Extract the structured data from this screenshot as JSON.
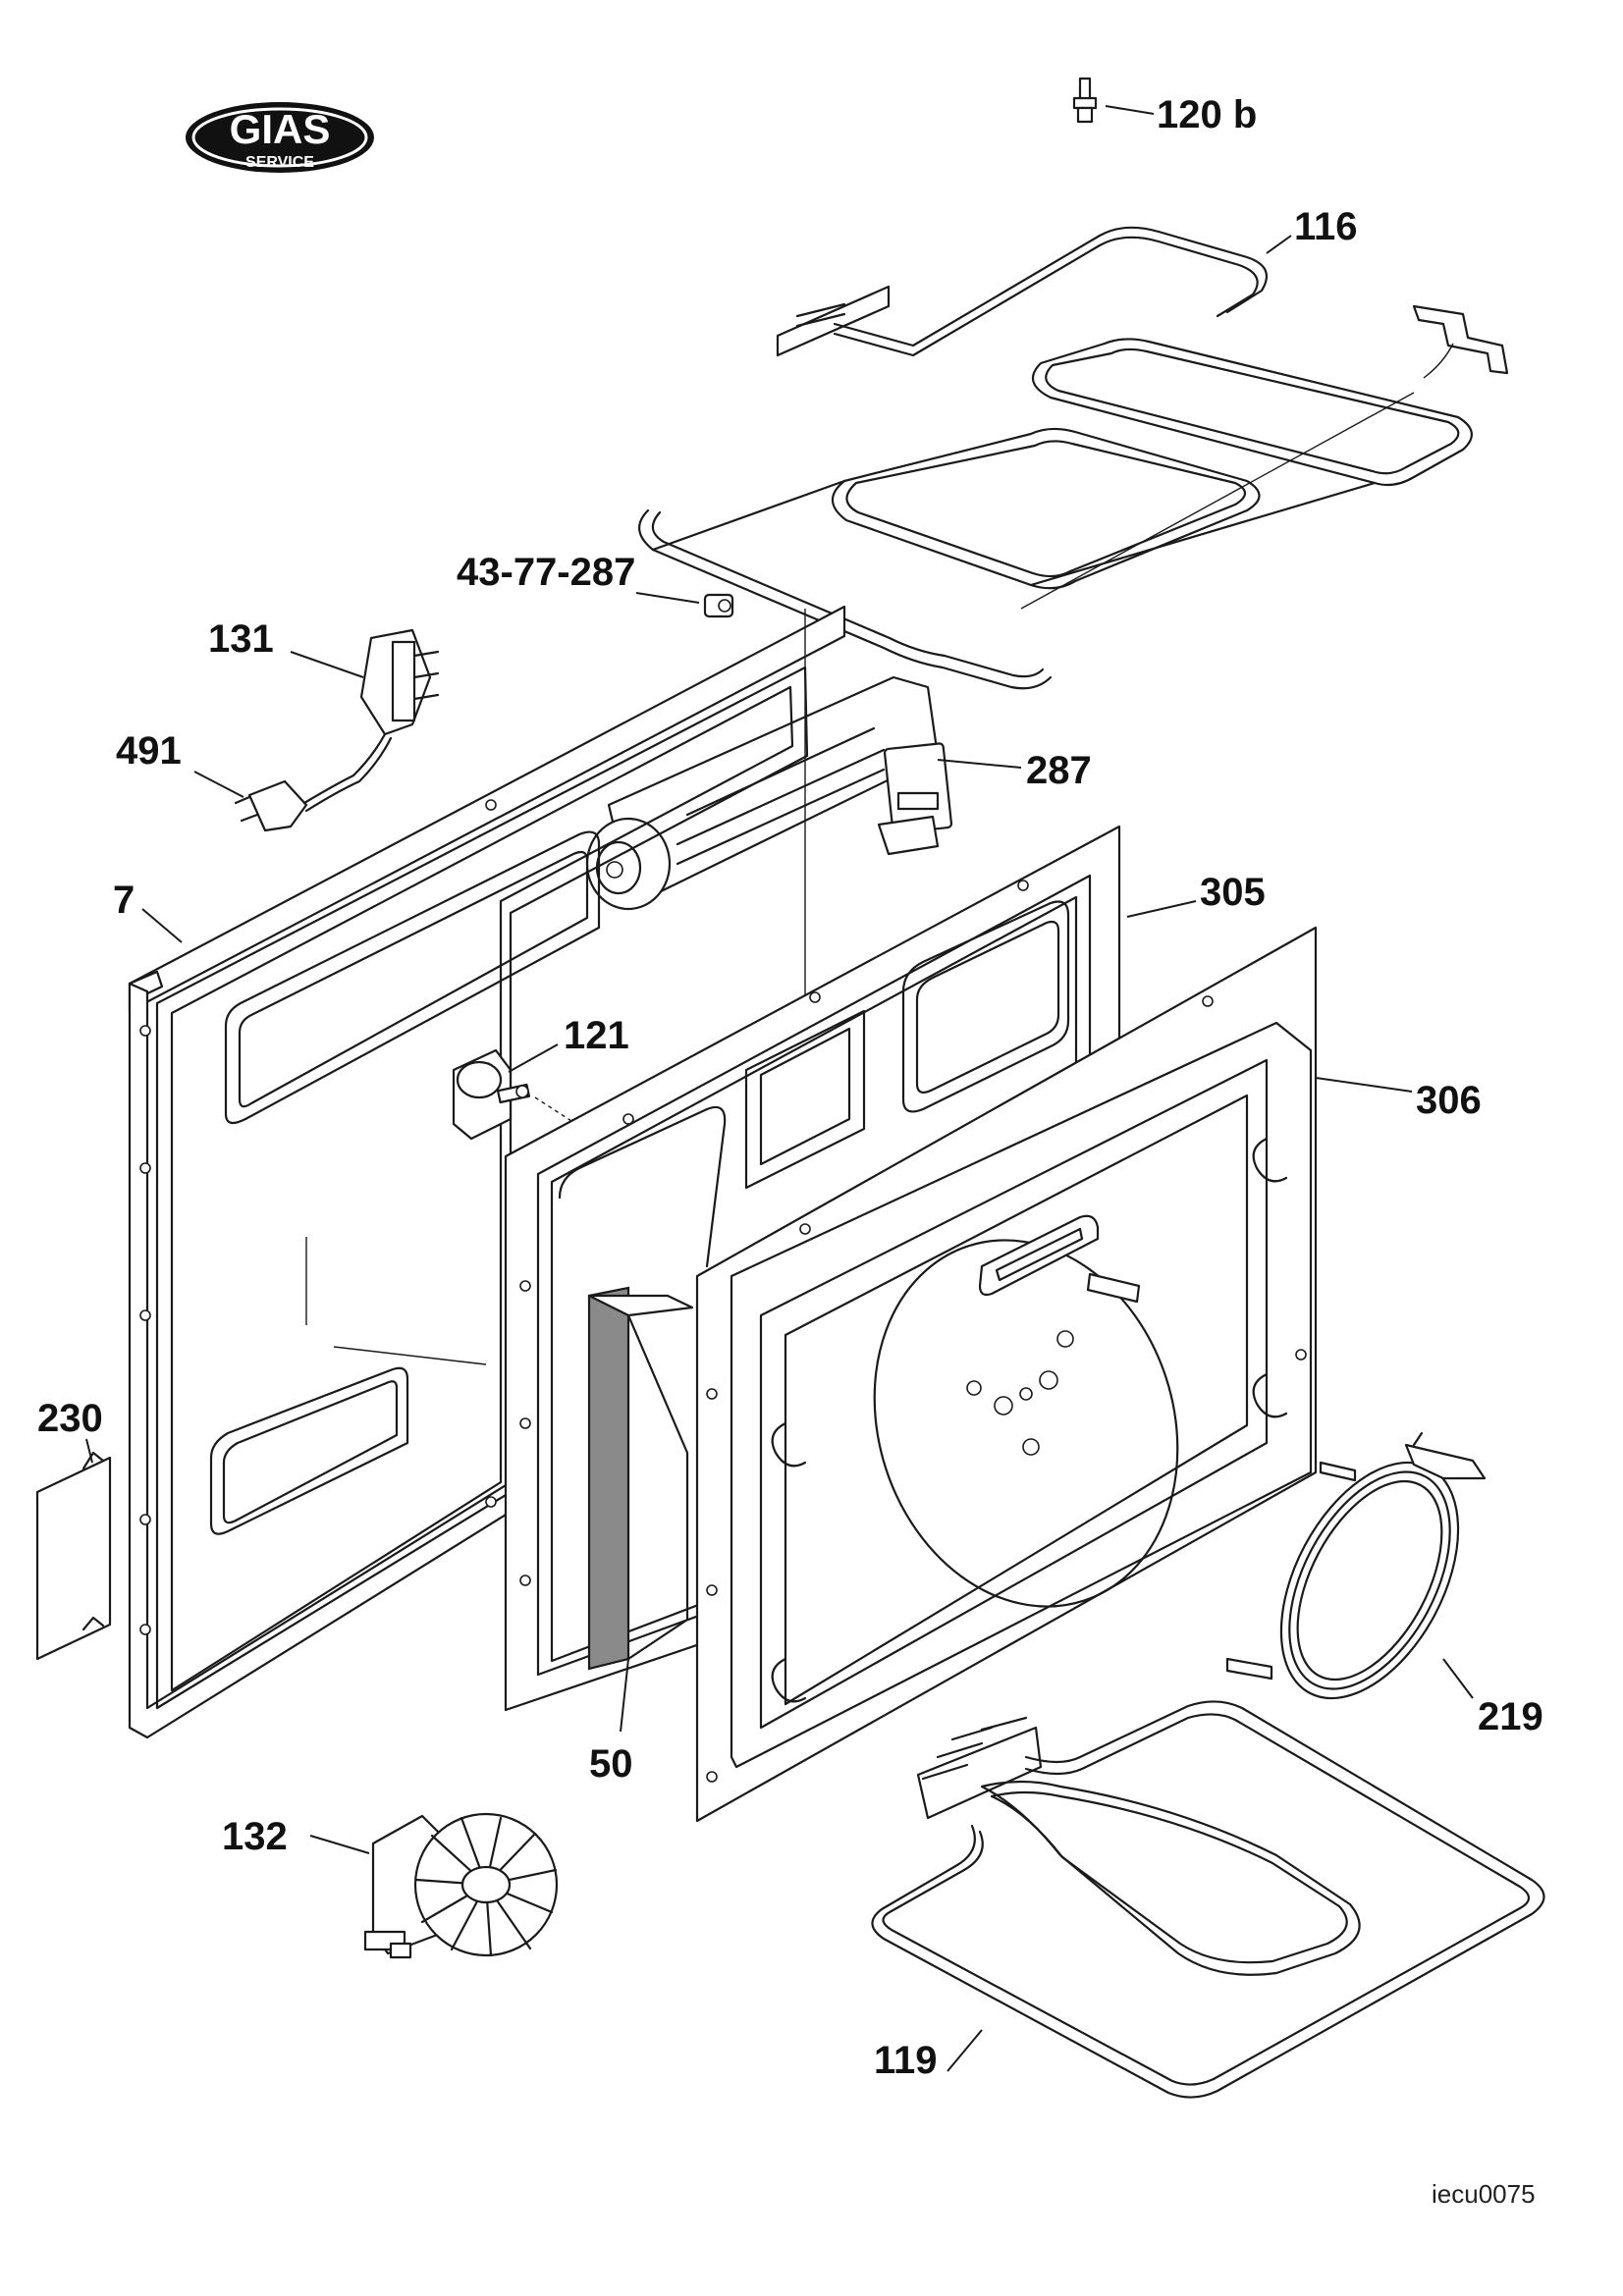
{
  "logo": {
    "brand": "GIAS",
    "tagline": "SERVICE"
  },
  "drawing_code": "iecu0075",
  "callouts": {
    "c120b": "120 b",
    "c116": "116",
    "c43": "43-77-287",
    "c131": "131",
    "c491": "491",
    "c287": "287",
    "c7": "7",
    "c305": "305",
    "c121": "121",
    "c306": "306",
    "c230": "230",
    "c50": "50",
    "c219": "219",
    "c132": "132",
    "c119": "119"
  }
}
